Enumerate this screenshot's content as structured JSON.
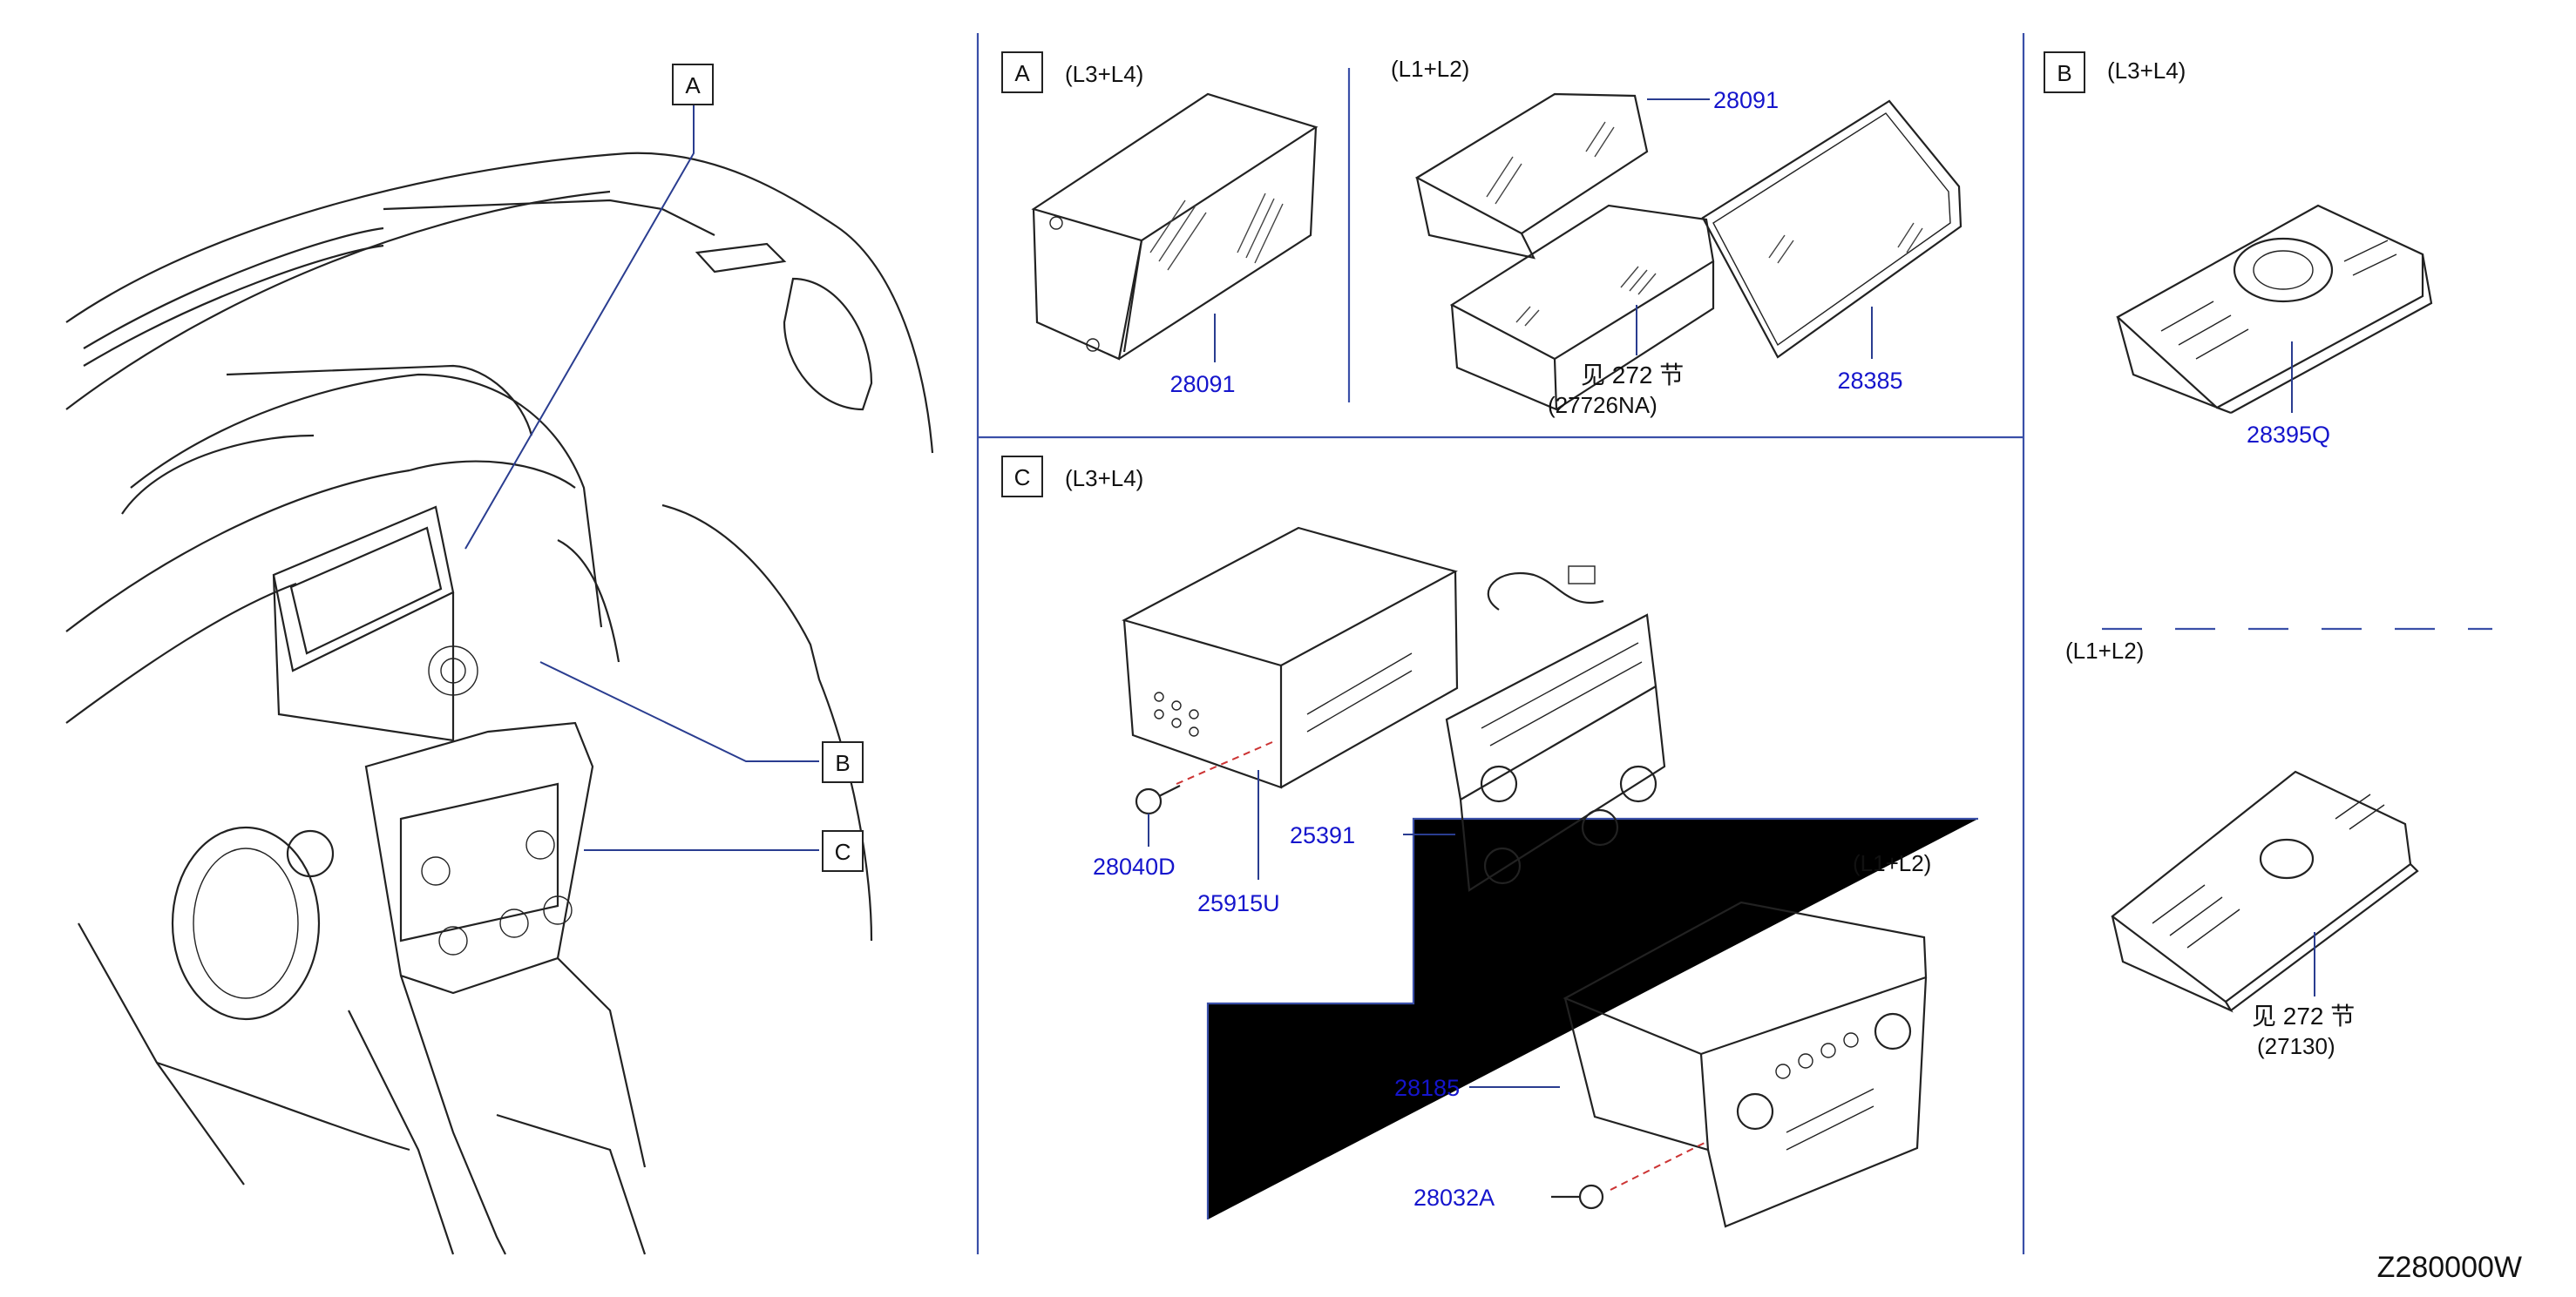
{
  "callouts": {
    "a": "A",
    "b": "B",
    "c": "C"
  },
  "panel_a": {
    "box": "A",
    "variant_left": "(L3+L4)",
    "variant_right": "(L1+L2)",
    "parts": [
      "28091",
      "28091",
      "28385"
    ],
    "ref_text": "见 272  节",
    "ref_part": "(27726NA)"
  },
  "panel_b": {
    "box": "B",
    "variant_top": "(L3+L4)",
    "variant_bottom": "(L1+L2)",
    "part_top": "28395Q",
    "ref_text": "见 272  节",
    "ref_part": "(27130)"
  },
  "panel_c": {
    "box": "C",
    "variant_top": "(L3+L4)",
    "variant_bottom": "(L1+L2)",
    "parts": [
      "28040D",
      "25915U",
      "25391",
      "28185",
      "28032A"
    ]
  },
  "diagram_id": "Z280000W"
}
